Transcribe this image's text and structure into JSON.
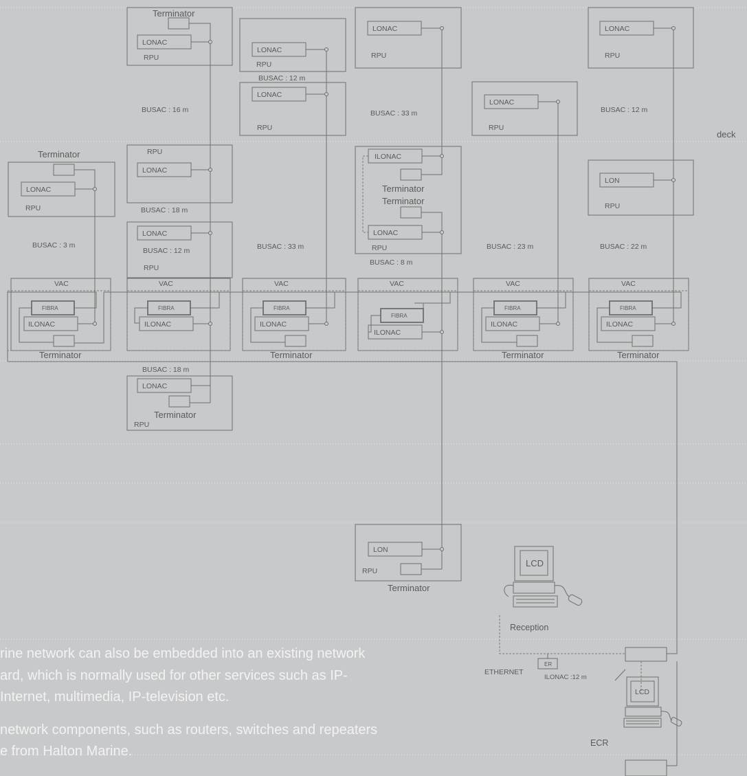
{
  "labels": {
    "deck": "deck",
    "terminator": "Terminator",
    "lonac": "LONAC",
    "ilonac": "ILONAC",
    "lon": "LON",
    "rpu": "RPU",
    "vac": "VAC",
    "fibra": "FIBRA",
    "lcd": "LCD",
    "er": "ER",
    "reception": "Reception",
    "ethernet": "ETHERNET",
    "ecr": "ECR",
    "ilonac_link": "ILONAC :12 m"
  },
  "busac": {
    "b16": "BUSAC : 16 m",
    "b12a": "BUSAC : 12 m",
    "b33a": "BUSAC : 33 m",
    "b12b": "BUSAC : 12 m",
    "b18a": "BUSAC : 18 m",
    "b12c": "BUSAC : 12 m",
    "b3": "BUSAC : 3 m",
    "b33b": "BUSAC : 33 m",
    "b8": "BUSAC : 8 m",
    "b23": "BUSAC : 23 m",
    "b22": "BUSAC : 22 m",
    "b18b": "BUSAC : 18 m"
  },
  "body_text": {
    "line1": "rine network can also be embedded into an existing network",
    "line2": "ard, which is normally used for other services such as IP-",
    "line3": "Internet, multimedia, IP-television etc.",
    "line4": "network components, such as routers, switches and repeaters",
    "line5": "e from Halton Marine."
  }
}
